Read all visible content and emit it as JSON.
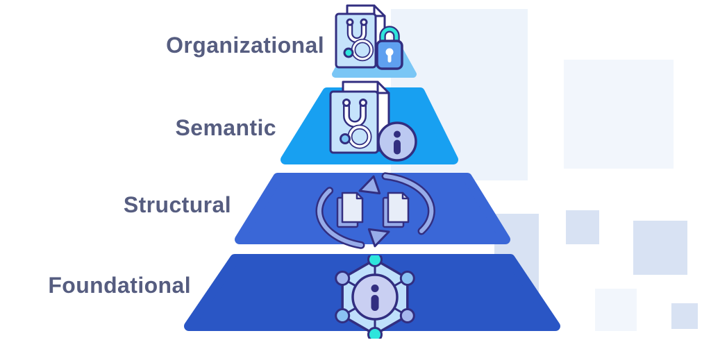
{
  "diagram": {
    "type": "pyramid",
    "levels": [
      {
        "label": "Organizational",
        "color": "#7AC6F5",
        "icon": "medical-document-lock-icon"
      },
      {
        "label": "Semantic",
        "color": "#18A0F1",
        "icon": "medical-document-info-icon"
      },
      {
        "label": "Structural",
        "color": "#3A67D7",
        "icon": "document-sync-icon"
      },
      {
        "label": "Foundational",
        "color": "#2A56C5",
        "icon": "info-network-icon"
      }
    ]
  },
  "palette": {
    "navy": "#322E80",
    "teal": "#2EE5DC",
    "labelColor": "#565D80",
    "docBlue": "#C5E3FB",
    "docGray": "#E7EDF8",
    "periwinkle": "#97ACE9",
    "badge": "#BCC9F1",
    "lockBody": "#5FA0F0",
    "chestAzure": "#7CC3F3",
    "hexFill": "#BFE0FB",
    "centerFill": "#C9CFF2",
    "nodePeri": "#A5B8EE",
    "nodeAzure": "#8AC2F3",
    "decorPale": "#EDF3FB",
    "decorFaint": "#F2F6FC",
    "decorLight": "#D8E2F3",
    "background": "#FFFFFF"
  }
}
